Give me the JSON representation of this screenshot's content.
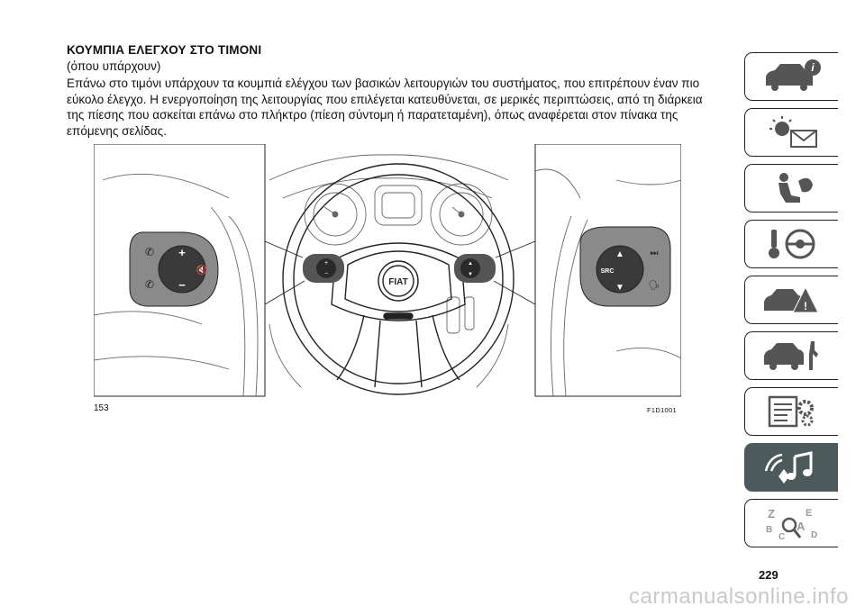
{
  "section": {
    "title": "ΚΟΥΜΠΙΑ ΕΛΕΓΧΟΥ ΣΤΟ ΤΙΜΟΝΙ",
    "subtitle": "(όπου υπάρχουν)",
    "paragraph": "Επάνω στο τιμόνι υπάρχουν τα κουμπιά ελέγχου των βασικών λειτουργιών του συστήματος, που επιτρέπουν έναν πιο εύκολο έλεγχο. Η ενεργοποίηση της λειτουργίας που επιλέγεται κατευθύνεται, σε μερικές περιπτώσεις, από τη διάρκεια της πίεσης που ασκείται επάνω στο πλήκτρο (πίεση σύντομη ή παρατεταμένη), όπως αναφέρεται στον πίνακα της επόμενης σελίδας."
  },
  "figure": {
    "number": "153",
    "code": "F1D1001",
    "logo_text": "FIAT",
    "src_label": "SRC"
  },
  "page": {
    "number": "229"
  },
  "watermark": {
    "text": "carmanualsonline.info"
  },
  "sidebar": {
    "tabs": [
      {
        "icon": "car-info-icon",
        "active": false
      },
      {
        "icon": "warning-lights-message-icon",
        "active": false
      },
      {
        "icon": "seat-airbag-icon",
        "active": false
      },
      {
        "icon": "key-steering-wheel-icon",
        "active": false
      },
      {
        "icon": "car-crash-warning-icon",
        "active": false
      },
      {
        "icon": "car-maintenance-tools-icon",
        "active": false
      },
      {
        "icon": "technical-data-gears-icon",
        "active": false
      },
      {
        "icon": "multimedia-music-icon",
        "active": true
      },
      {
        "icon": "alphabetical-index-search-icon",
        "active": false
      }
    ]
  },
  "colors": {
    "active_tab": "#4d5a5c",
    "control_dark": "#3a3a3a",
    "control_grey": "#8a8a8a",
    "watermark": "#c9c9c9"
  }
}
